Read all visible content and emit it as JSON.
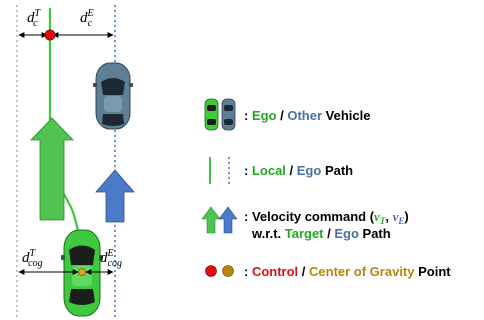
{
  "colors": {
    "local_path": "#3cc83c",
    "ego_path": "#4a78c0",
    "target_arrow": "#4fc24f",
    "ego_arrow": "#4a7ac8",
    "control_point": "#e01010",
    "cog_point": "#b8860b",
    "ego_word": "#22a822",
    "other_word": "#4a6fa5",
    "target_word": "#22a822",
    "control_word": "#e01010",
    "cog_word": "#b8860b",
    "ego_car": "#3ec93e",
    "other_car": "#5f7f96"
  },
  "annotations": {
    "dT_c": {
      "base": "d",
      "sup": "T",
      "sub": "c"
    },
    "dE_c": {
      "base": "d",
      "sup": "E",
      "sub": "c"
    },
    "dT_cog": {
      "base": "d",
      "sup": "T",
      "sub": "cog"
    },
    "dE_cog": {
      "base": "d",
      "sup": "E",
      "sub": "cog"
    }
  },
  "legend": {
    "vehicle": {
      "sep": ": ",
      "ego": "Ego",
      "slash": " / ",
      "other": "Other",
      "tail": " Vehicle"
    },
    "path": {
      "sep": ": ",
      "local": "Local",
      "slash": " / ",
      "ego": "Ego",
      "tail": " Path"
    },
    "velocity": {
      "line1_prefix": ": Velocity command (",
      "vT_base": "v",
      "vT_sub": "T",
      "comma": ", ",
      "vE_base": "v",
      "vE_sub": "E",
      "close": ")",
      "line2_prefix": "w.r.t. ",
      "target": "Target",
      "slash": " / ",
      "ego": "Ego",
      "tail": " Path"
    },
    "points": {
      "sep": ": ",
      "control": "Control",
      "slash": " / ",
      "cog": "Center of Gravity",
      "tail": " Point"
    }
  }
}
